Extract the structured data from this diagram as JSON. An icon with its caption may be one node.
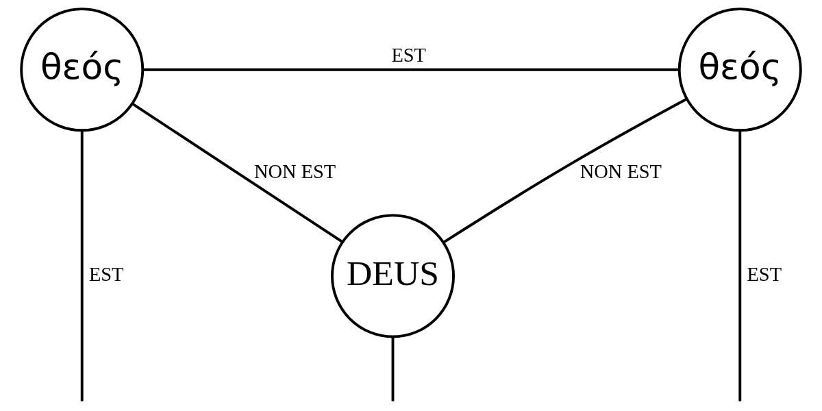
{
  "diagram": {
    "nodes": [
      {
        "text": [
          "θεός"
        ]
      },
      {
        "text": [
          "θεός"
        ]
      },
      {
        "text": [
          "DEUS"
        ]
      }
    ],
    "edges": [
      {
        "from": 0,
        "to": 1,
        "arrow": "none",
        "label": "EST"
      },
      {
        "from": 0,
        "to": 2,
        "arrow": "none",
        "label": "NON EST"
      },
      {
        "from": 1,
        "to": 2,
        "arrow": "none",
        "label": "NON EST"
      },
      {
        "from": 0,
        "to": null,
        "arrow": "none",
        "label": "EST"
      },
      {
        "from": 1,
        "to": null,
        "arrow": "none",
        "label": "EST"
      },
      {
        "from": 2,
        "to": null,
        "arrow": "none"
      }
    ]
  }
}
